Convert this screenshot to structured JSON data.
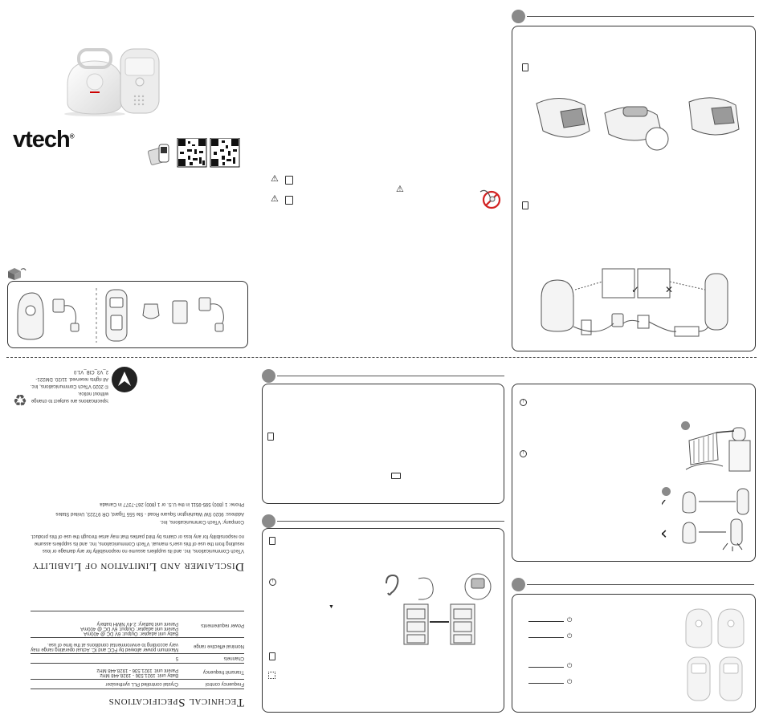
{
  "brand": {
    "logo": "vtech",
    "registered": "®"
  },
  "headings": {
    "disclaimer": "Disclaimer and Limitation of Liability",
    "tech_specs": "Technical Specifications"
  },
  "disclaimer": {
    "body": "VTech Communications, Inc. and its suppliers assume no responsibility for any damage or loss resulting from the use of this user's manual. VTech Communications, Inc. and its suppliers assume no responsibility for any loss or claims by third parties that may arise through the use of this product.",
    "company": "Company: VTech Communications, Inc.",
    "address": "Address: 9020 SW Washington Square Road - Ste 555 Tigard, OR 97223, United States",
    "phone": "Phone: 1 (800) 595-9511 in the U.S. or 1 (800) 267-7377 in Canada"
  },
  "legal": {
    "line1": "Specifications are subject to change without notice.",
    "line2": "© 2020 VTech Communications, Inc.",
    "line3": "All rights reserved. 11/20. DM221-2_V3_CIB_V1.0"
  },
  "specs": [
    {
      "label": "Frequency control",
      "value": "Crystal controlled PLL synthesizer"
    },
    {
      "label": "Transmit frequency",
      "value": "Baby unit: 1921.536 - 1928.448 MHz\nParent unit: 1921.536 - 1928.448 MHz"
    },
    {
      "label": "Channels",
      "value": "5"
    },
    {
      "label": "Nominal effective range",
      "value": "Maximum power allowed by FCC and IC. Actual operating range may vary according to environmental conditions at the time of use."
    },
    {
      "label": "Power requirements",
      "value": "Baby unit adapter: Output: 6V DC @ 400mA\nParent unit adapter: Output: 6V DC @ 400mA\nParent unit battery: 2.4V NiMH battery"
    }
  ],
  "colors": {
    "accent": "#8a8a8a",
    "border": "#333333",
    "warn_red": "#d22222"
  }
}
